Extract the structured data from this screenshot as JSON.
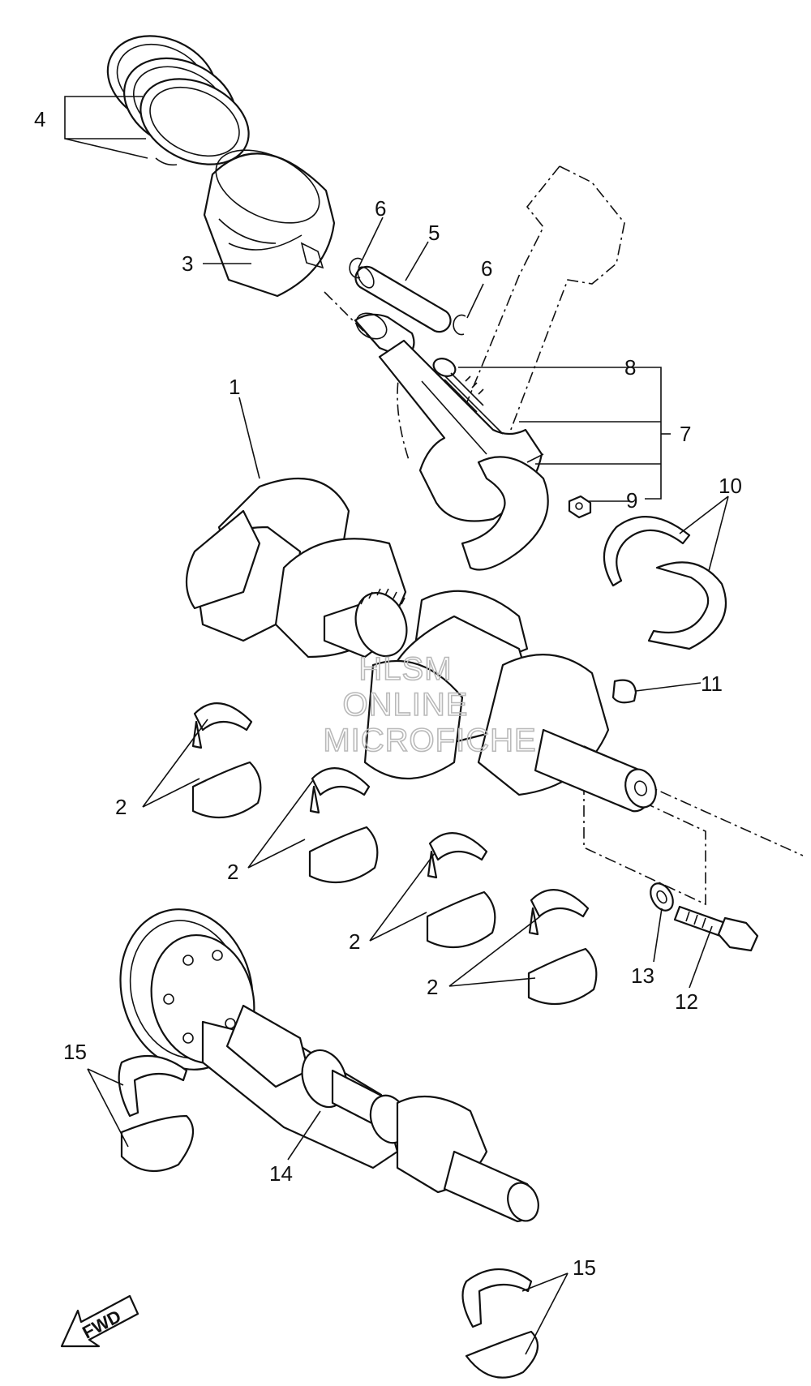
{
  "diagram": {
    "callouts": [
      {
        "id": "c1",
        "text": "1"
      },
      {
        "id": "c2a",
        "text": "2"
      },
      {
        "id": "c2b",
        "text": "2"
      },
      {
        "id": "c2c",
        "text": "2"
      },
      {
        "id": "c2d",
        "text": "2"
      },
      {
        "id": "c3",
        "text": "3"
      },
      {
        "id": "c4",
        "text": "4"
      },
      {
        "id": "c5",
        "text": "5"
      },
      {
        "id": "c6a",
        "text": "6"
      },
      {
        "id": "c6b",
        "text": "6"
      },
      {
        "id": "c7",
        "text": "7"
      },
      {
        "id": "c8",
        "text": "8"
      },
      {
        "id": "c9",
        "text": "9"
      },
      {
        "id": "c10",
        "text": "10"
      },
      {
        "id": "c11",
        "text": "11"
      },
      {
        "id": "c12",
        "text": "12"
      },
      {
        "id": "c13",
        "text": "13"
      },
      {
        "id": "c14",
        "text": "14"
      },
      {
        "id": "c15a",
        "text": "15"
      },
      {
        "id": "c15b",
        "text": "15"
      }
    ],
    "watermark": [
      "HLSM",
      "ONLINE",
      "MICROFICHE"
    ],
    "direction_label": "FWD"
  }
}
